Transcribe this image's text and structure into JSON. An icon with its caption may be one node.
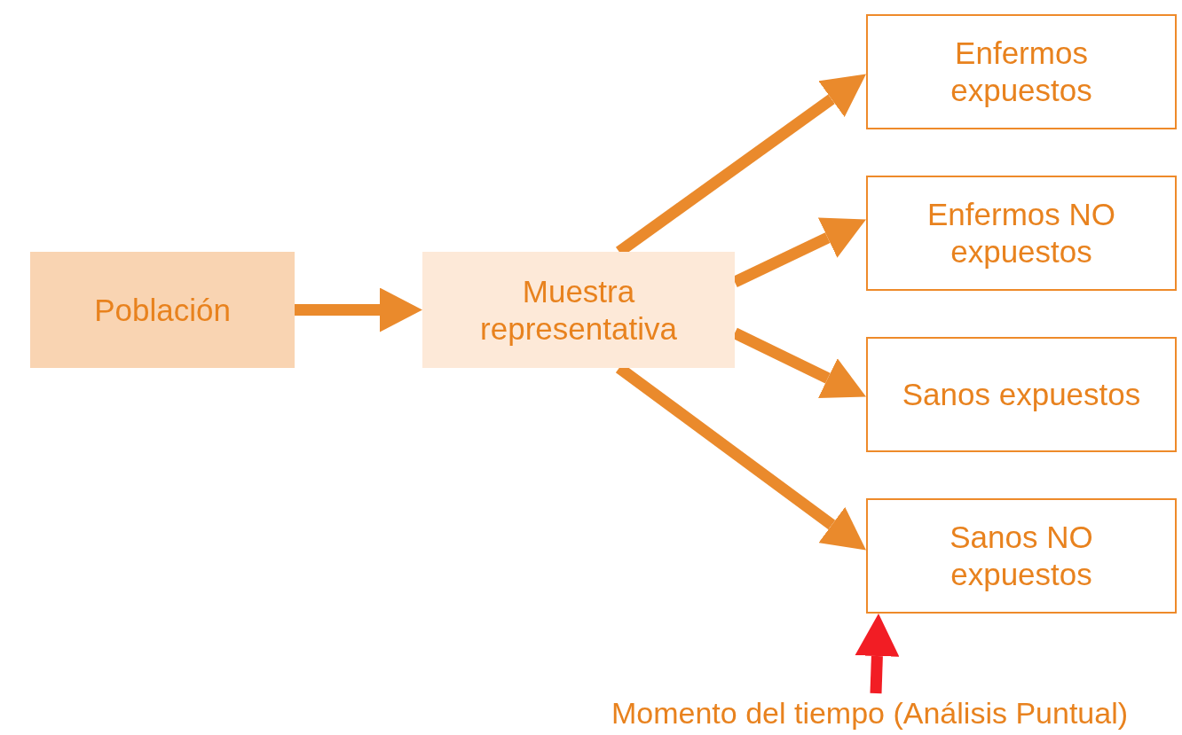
{
  "diagram": {
    "nodes": [
      {
        "text": [
          "Población"
        ]
      },
      {
        "text": [
          "Muestra representativa"
        ]
      },
      {
        "text": [
          "Enfermos expuestos"
        ]
      },
      {
        "text": [
          "Enfermos NO expuestos"
        ]
      },
      {
        "text": [
          "Sanos expuestos"
        ]
      },
      {
        "text": [
          "Sanos NO expuestos"
        ]
      },
      {
        "text": [
          "Momento del tiempo (Análisis Puntual)"
        ]
      }
    ],
    "edges": [
      {
        "from": 0,
        "to": 1,
        "arrow": "to"
      },
      {
        "from": 1,
        "to": 2,
        "arrow": "to"
      },
      {
        "from": 1,
        "to": 3,
        "arrow": "to"
      },
      {
        "from": 1,
        "to": 4,
        "arrow": "to"
      },
      {
        "from": 1,
        "to": 5,
        "arrow": "to"
      },
      {
        "from": 6,
        "to": 5,
        "arrow": "to",
        "color": "#f21d24"
      }
    ]
  }
}
